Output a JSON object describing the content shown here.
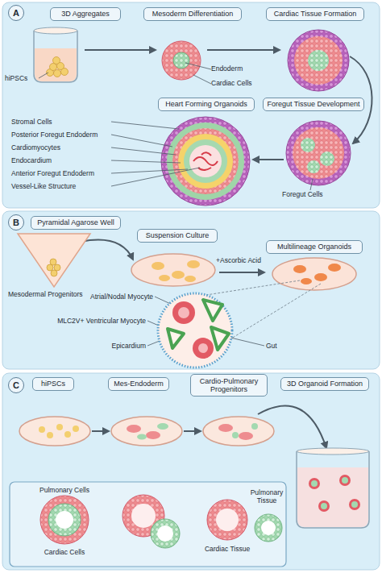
{
  "diagram": {
    "nodes": [
      {
        "text": [
          "A"
        ]
      },
      {
        "text": [
          "3D Aggregates"
        ]
      },
      {
        "text": [
          "Mesoderm Differentiation"
        ]
      },
      {
        "text": [
          "Cardiac Tissue Formation"
        ]
      },
      {
        "text": [
          "Heart Forming Organoids"
        ]
      },
      {
        "text": [
          "Foregut Tissue Development"
        ]
      },
      {
        "text": [
          "B"
        ]
      },
      {
        "text": [
          "Pyramidal Agarose Well"
        ]
      },
      {
        "text": [
          "Suspension Culture"
        ]
      },
      {
        "text": [
          "Multilineage Organoids"
        ]
      },
      {
        "text": [
          "C"
        ]
      },
      {
        "text": [
          "hiPSCs"
        ]
      },
      {
        "text": [
          "Mes-Endoderm"
        ]
      },
      {
        "text": [
          "Cardio-Pulmonary Progenitors"
        ]
      },
      {
        "text": [
          "3D Organoid Formation"
        ]
      }
    ],
    "labels": [
      "hiPSCs",
      "Endoderm",
      "Cardiac Cells",
      "Stromal Cells",
      "Posterior Foregut Endoderm",
      "Cardiomyocytes",
      "Endocardium",
      "Anterior Foregut Endoderm",
      "Vessel-Like Structure",
      "Foregut Cells",
      "Mesodermal Progenitors",
      "+Ascorbic Acid",
      "Atrial/Nodal Myocyte",
      "MLC2V+ Ventricular Myocyte",
      "Epicardium",
      "Gut",
      "Pulmonary Cells",
      "Cardiac Cells",
      "Pulmonary Tissue",
      "Cardiac Tissue"
    ]
  }
}
